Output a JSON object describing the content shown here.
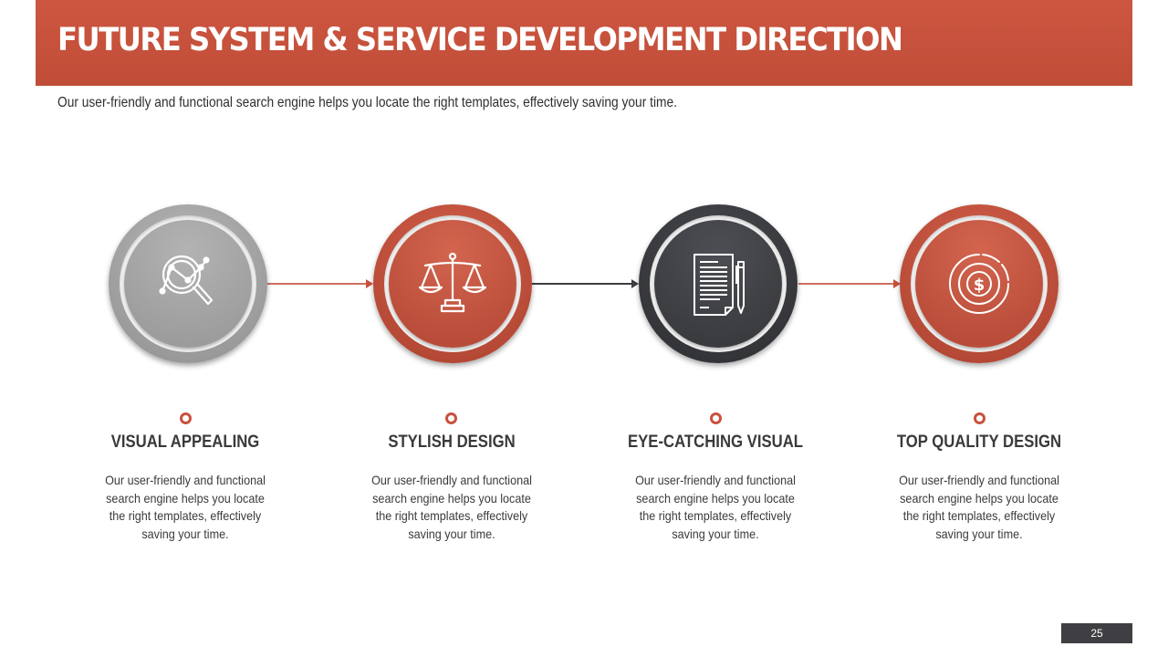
{
  "header": {
    "title": "FUTURE SYSTEM & SERVICE DEVELOPMENT DIRECTION",
    "subtitle": "Our user-friendly and functional search engine helps you locate the right templates, effectively saving your time."
  },
  "features": [
    {
      "title": "VISUAL APPEALING",
      "icon": "magnifier-chart-icon",
      "color": "#9e9e9e",
      "description": "Our user-friendly and functional search engine helps you locate the right templates, effectively saving your time."
    },
    {
      "title": "STYLISH DESIGN",
      "icon": "balance-scale-icon",
      "color": "#c24e39",
      "description": "Our user-friendly and functional search engine helps you locate the right templates, effectively saving your time."
    },
    {
      "title": "EYE-CATCHING VISUAL",
      "icon": "document-pen-icon",
      "color": "#3d3e42",
      "description": "Our user-friendly and functional search engine helps you locate the right templates, effectively saving your time."
    },
    {
      "title": "TOP QUALITY DESIGN",
      "icon": "dollar-coin-icon",
      "color": "#c24e39",
      "description": "Our user-friendly and functional search engine helps you locate the right templates, effectively saving your time."
    }
  ],
  "footer": {
    "page_number": "25"
  },
  "colors": {
    "accent": "#c9513c",
    "dark": "#3d3e42",
    "gray": "#9e9e9e"
  }
}
